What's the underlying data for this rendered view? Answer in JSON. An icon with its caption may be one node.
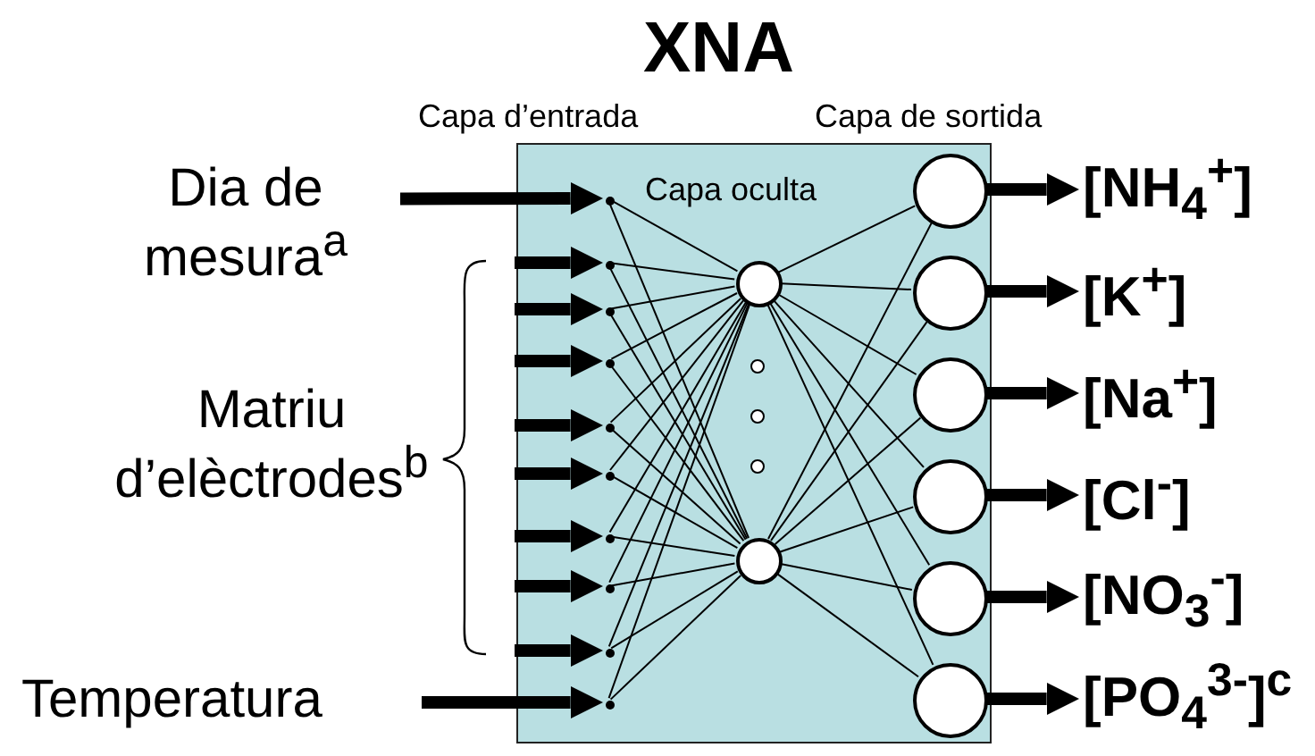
{
  "diagram": {
    "title": "XNA",
    "nodes": [
      {
        "text": [],
        "shape": "box"
      },
      {
        "text": [
          "Dia de mesura$^{a}$"
        ]
      },
      {
        "text": [
          "Temperatura"
        ]
      },
      {
        "text": [],
        "shape": "point",
        "in": 0
      },
      {
        "text": [],
        "shape": "point",
        "in": 0
      },
      {
        "text": [],
        "shape": "point",
        "in": 0
      },
      {
        "text": [],
        "shape": "point",
        "in": 0
      },
      {
        "text": [],
        "shape": "point",
        "in": 0
      },
      {
        "text": [],
        "shape": "point",
        "in": 0
      },
      {
        "text": [],
        "shape": "point",
        "in": 0
      },
      {
        "text": [],
        "shape": "point",
        "in": 0
      },
      {
        "text": [],
        "shape": "point",
        "in": 0
      },
      {
        "text": [],
        "shape": "point",
        "in": 0
      },
      {
        "text": [],
        "shape": "circle",
        "in": 0
      },
      {
        "text": [],
        "shape": "circle",
        "in": 0
      },
      {
        "text": [],
        "shape": "circle",
        "in": 0
      },
      {
        "text": [],
        "shape": "circle",
        "in": 0
      },
      {
        "text": [],
        "shape": "circle",
        "in": 0
      },
      {
        "text": [],
        "shape": "circle",
        "in": 0
      },
      {
        "text": [],
        "shape": "circle",
        "in": 0
      },
      {
        "text": [],
        "shape": "circle",
        "in": 0
      },
      {
        "text": [
          "[NH$_{4}$$^{+}$]"
        ]
      },
      {
        "text": [
          "[K$^{+}$]"
        ]
      },
      {
        "text": [
          "[Na$^{+}$]"
        ]
      },
      {
        "text": [
          "[Cl$^{-}$]"
        ]
      },
      {
        "text": [
          "[NO$_{3}$$^{-}$]"
        ]
      },
      {
        "text": [
          "[PO$_{4}$$^{3-}$]$^{c}$"
        ]
      }
    ],
    "edges": [
      {
        "from": 1,
        "to": 3,
        "arrow": "to",
        "style": "thick"
      },
      {
        "from": null,
        "to": 4,
        "arrow": "to",
        "style": "thick"
      },
      {
        "from": null,
        "to": 5,
        "arrow": "to",
        "style": "thick"
      },
      {
        "from": null,
        "to": 6,
        "arrow": "to",
        "style": "thick"
      },
      {
        "from": null,
        "to": 7,
        "arrow": "to",
        "style": "thick"
      },
      {
        "from": null,
        "to": 8,
        "arrow": "to",
        "style": "thick"
      },
      {
        "from": null,
        "to": 9,
        "arrow": "to",
        "style": "thick"
      },
      {
        "from": null,
        "to": 10,
        "arrow": "to",
        "style": "thick"
      },
      {
        "from": null,
        "to": 11,
        "arrow": "to",
        "style": "thick"
      },
      {
        "from": 2,
        "to": 12,
        "arrow": "to",
        "style": "thick"
      },
      {
        "from": 3,
        "to": 13,
        "arrow": "none"
      },
      {
        "from": 3,
        "to": 14,
        "arrow": "none"
      },
      {
        "from": 4,
        "to": 13,
        "arrow": "none"
      },
      {
        "from": 4,
        "to": 14,
        "arrow": "none"
      },
      {
        "from": 5,
        "to": 13,
        "arrow": "none"
      },
      {
        "from": 5,
        "to": 14,
        "arrow": "none"
      },
      {
        "from": 6,
        "to": 13,
        "arrow": "none"
      },
      {
        "from": 6,
        "to": 14,
        "arrow": "none"
      },
      {
        "from": 7,
        "to": 13,
        "arrow": "none"
      },
      {
        "from": 7,
        "to": 14,
        "arrow": "none"
      },
      {
        "from": 8,
        "to": 13,
        "arrow": "none"
      },
      {
        "from": 8,
        "to": 14,
        "arrow": "none"
      },
      {
        "from": 9,
        "to": 13,
        "arrow": "none"
      },
      {
        "from": 9,
        "to": 14,
        "arrow": "none"
      },
      {
        "from": 10,
        "to": 13,
        "arrow": "none"
      },
      {
        "from": 10,
        "to": 14,
        "arrow": "none"
      },
      {
        "from": 11,
        "to": 13,
        "arrow": "none"
      },
      {
        "from": 11,
        "to": 14,
        "arrow": "none"
      },
      {
        "from": 12,
        "to": 13,
        "arrow": "none"
      },
      {
        "from": 12,
        "to": 14,
        "arrow": "none"
      },
      {
        "from": 13,
        "to": 15,
        "arrow": "none"
      },
      {
        "from": 13,
        "to": 16,
        "arrow": "none"
      },
      {
        "from": 13,
        "to": 17,
        "arrow": "none"
      },
      {
        "from": 13,
        "to": 18,
        "arrow": "none"
      },
      {
        "from": 13,
        "to": 19,
        "arrow": "none"
      },
      {
        "from": 13,
        "to": 20,
        "arrow": "none"
      },
      {
        "from": 14,
        "to": 15,
        "arrow": "none"
      },
      {
        "from": 14,
        "to": 16,
        "arrow": "none"
      },
      {
        "from": 14,
        "to": 17,
        "arrow": "none"
      },
      {
        "from": 14,
        "to": 18,
        "arrow": "none"
      },
      {
        "from": 14,
        "to": 19,
        "arrow": "none"
      },
      {
        "from": 14,
        "to": 20,
        "arrow": "none"
      },
      {
        "from": 15,
        "to": 21,
        "arrow": "to",
        "style": "thick"
      },
      {
        "from": 16,
        "to": 22,
        "arrow": "to",
        "style": "thick"
      },
      {
        "from": 17,
        "to": 23,
        "arrow": "to",
        "style": "thick"
      },
      {
        "from": 18,
        "to": 24,
        "arrow": "to",
        "style": "thick"
      },
      {
        "from": 19,
        "to": 25,
        "arrow": "to",
        "style": "thick"
      },
      {
        "from": 20,
        "to": 26,
        "arrow": "to",
        "style": "thick"
      }
    ],
    "labels": [
      "Capa d’entrada",
      "Capa de sortida",
      "Capa oculta",
      "Matriu d’elèctrodes$^{b}$"
    ]
  }
}
